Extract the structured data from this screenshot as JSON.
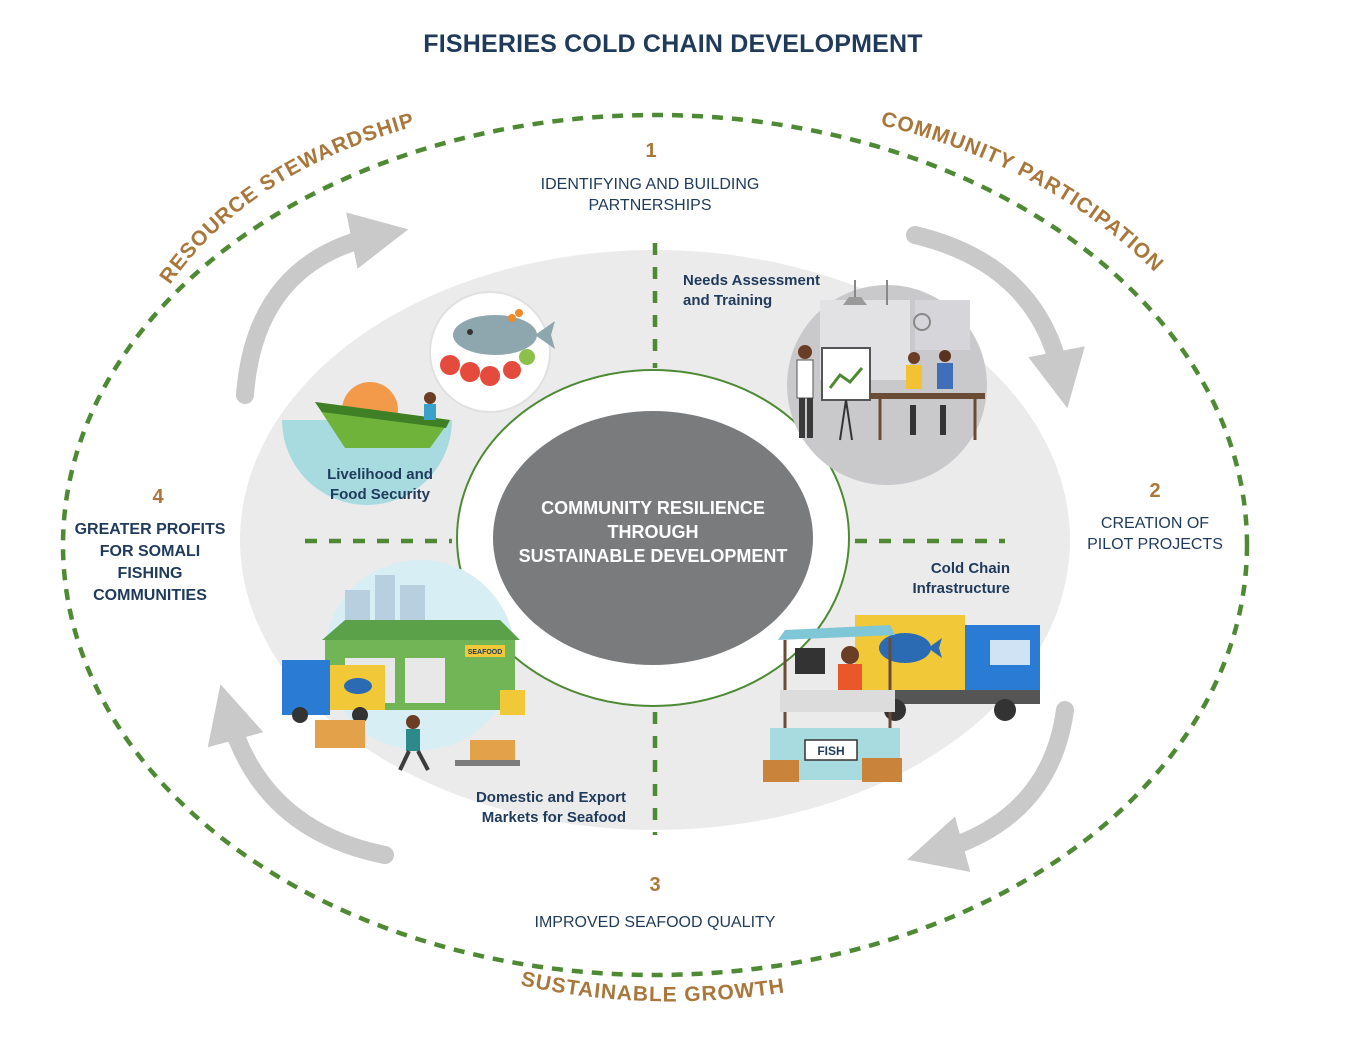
{
  "title": "FISHERIES COLD CHAIN DEVELOPMENT",
  "ring_labels": {
    "top_left": "RESOURCE STEWARDSHIP",
    "top_right": "COMMUNITY PARTICIPATION",
    "bottom": "SUSTAINABLE GROWTH"
  },
  "stages": [
    {
      "number": "1",
      "label_line1": "IDENTIFYING AND BUILDING",
      "label_line2": "PARTNERSHIPS"
    },
    {
      "number": "2",
      "label_line1": "CREATION OF",
      "label_line2": "PILOT PROJECTS"
    },
    {
      "number": "3",
      "label_line1": "IMPROVED SEAFOOD QUALITY",
      "label_line2": ""
    },
    {
      "number": "4",
      "label_line1": "GREATER PROFITS",
      "label_line2": "FOR SOMALI",
      "label_line3": "FISHING",
      "label_line4": "COMMUNITIES"
    }
  ],
  "quadrants": {
    "top_right": {
      "line1": "Needs Assessment",
      "line2": "and Training"
    },
    "bottom_right": {
      "line1": "Cold Chain",
      "line2": "Infrastructure",
      "sign": "FISH"
    },
    "bottom_left": {
      "line1": "Domestic and Export",
      "line2": "Markets for Seafood",
      "sign": "SEAFOOD"
    },
    "top_left": {
      "line1": "Livelihood and",
      "line2": "Food Security"
    }
  },
  "center": {
    "line1": "COMMUNITY RESILIENCE",
    "line2": "THROUGH",
    "line3": "SUSTAINABLE DEVELOPMENT"
  },
  "colors": {
    "green_dash": "#4e8a33",
    "gold": "#a9773b",
    "navy": "#1f3a5a",
    "center_fill": "#7a7b7d",
    "ellipse_fill": "#ebebeb",
    "arrow_gray": "#c9c9c9"
  }
}
